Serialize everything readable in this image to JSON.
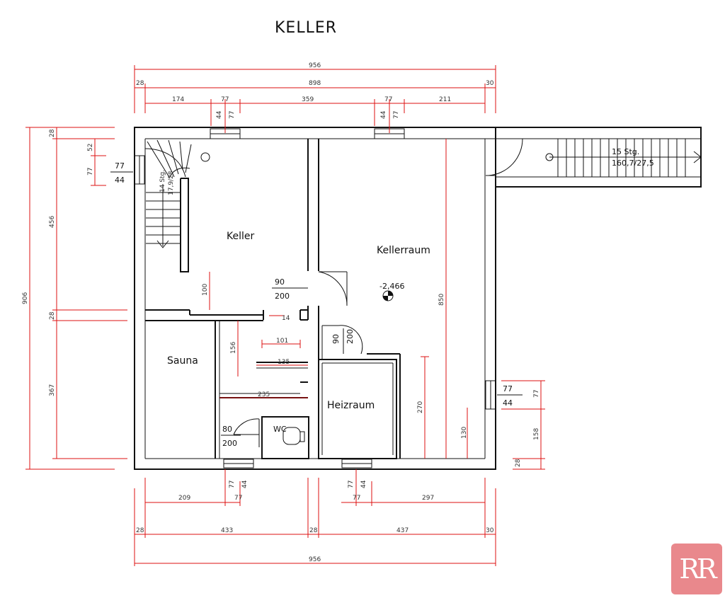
{
  "title": "KELLER",
  "rooms": {
    "keller": "Keller",
    "kellerraum": "Kellerraum",
    "sauna": "Sauna",
    "heizraum": "Heizraum",
    "wc": "WC"
  },
  "level": "-2,466",
  "stairs": {
    "steps": "15 Stg.",
    "ratio": "160,7/27,5",
    "inner_steps": "14 Stg.",
    "inner_ratio": "17,9/28"
  },
  "doors": {
    "keller_w": "90",
    "keller_h": "200",
    "wc_w": "80",
    "wc_h": "200",
    "heiz_w": "90",
    "heiz_h": "200"
  },
  "windows": {
    "left_w": "77",
    "left_h": "44",
    "right_w": "77",
    "right_h": "44"
  },
  "dims": {
    "top_total": "956",
    "top_28": "28",
    "top_898": "898",
    "top_30": "30",
    "top_174": "174",
    "top_77a": "77",
    "top_359": "359",
    "top_77b": "77",
    "top_211": "211",
    "top_44a": "44",
    "top_77c": "77",
    "top_44b": "44",
    "top_77d": "77",
    "left_906": "906",
    "left_28a": "28",
    "left_52": "52",
    "left_77": "77",
    "left_456": "456",
    "left_28b": "28",
    "left_367": "367",
    "inner_100": "100",
    "inner_156": "156",
    "inner_101": "101",
    "inner_14": "14",
    "inner_135": "135",
    "inner_235": "235",
    "inner_850": "850",
    "inner_270": "270",
    "inner_130": "130",
    "right_77": "77",
    "right_158": "158",
    "right_28": "28",
    "bot_77a": "77",
    "bot_44a": "44",
    "bot_77b": "77",
    "bot_44b": "44",
    "bot_209": "209",
    "bot_77c": "77",
    "bot_77d": "77",
    "bot_297": "297",
    "bot_28a": "28",
    "bot_433": "433",
    "bot_28b": "28",
    "bot_437": "437",
    "bot_30": "30",
    "bot_total": "956"
  },
  "logo": "RR"
}
